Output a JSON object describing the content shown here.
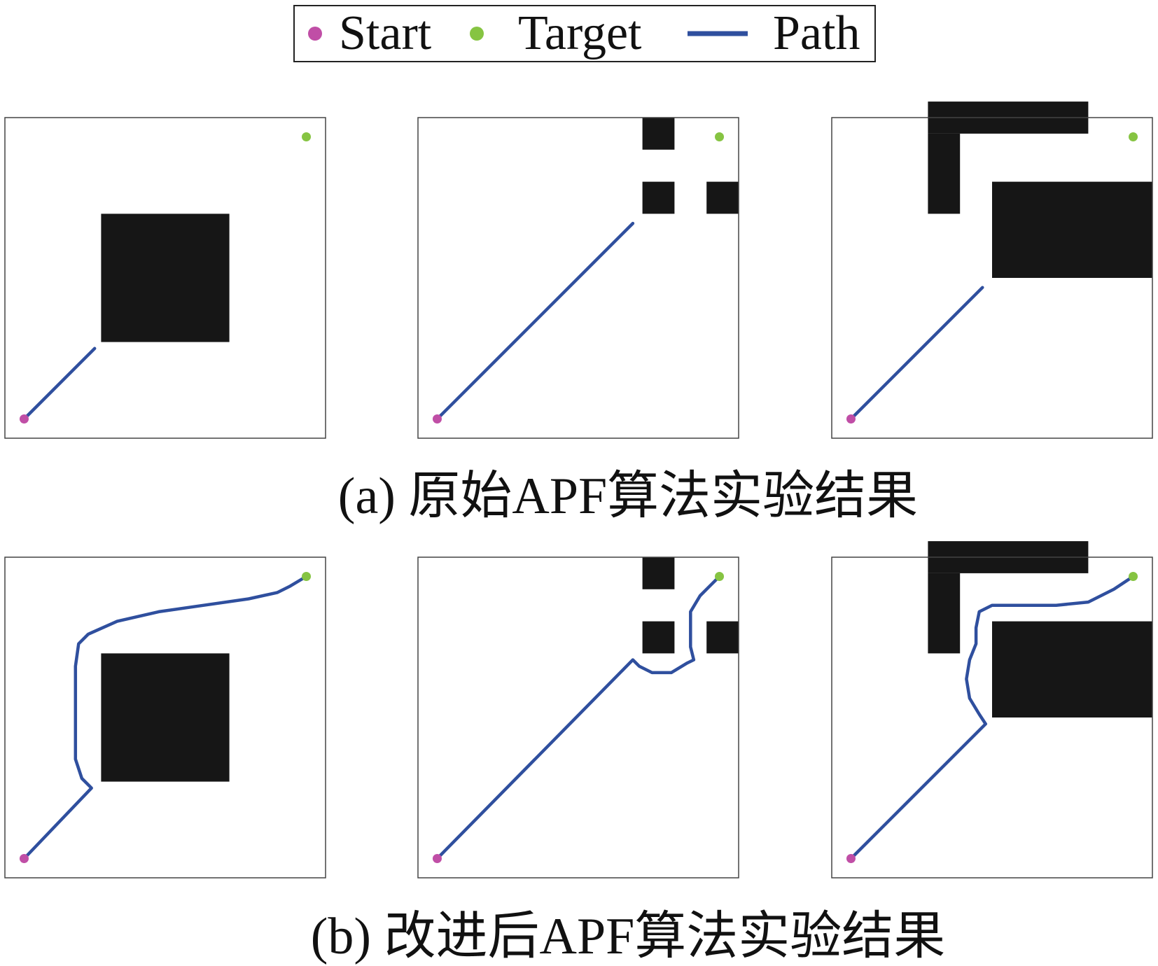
{
  "legend": {
    "items": [
      {
        "label": "Start",
        "kind": "marker",
        "color": "#c04ea6"
      },
      {
        "label": "Target",
        "kind": "marker",
        "color": "#86c442"
      },
      {
        "label": "Path",
        "kind": "line",
        "color": "#2f4f9e"
      }
    ]
  },
  "colors": {
    "start": "#c04ea6",
    "target": "#86c442",
    "path": "#2f4f9e",
    "obstacle": "#161616",
    "frame": "#444444"
  },
  "rows": [
    {
      "caption": "(a) 原始APF算法实验结果"
    },
    {
      "caption": "(b) 改进后APF算法实验结果"
    }
  ],
  "chart_data": {
    "type": "path-planning-grid",
    "domain": [
      0,
      100
    ],
    "start": [
      6,
      6
    ],
    "target": [
      94,
      94
    ],
    "environments": [
      {
        "obstacles": [
          [
            30,
            30,
            40,
            40
          ]
        ]
      },
      {
        "obstacles": [
          [
            70,
            90,
            10,
            10
          ],
          [
            70,
            70,
            10,
            10
          ],
          [
            90,
            70,
            10,
            10
          ]
        ]
      },
      {
        "obstacles": [
          [
            30,
            95,
            50,
            10
          ],
          [
            30,
            70,
            10,
            25
          ],
          [
            50,
            50,
            50,
            30
          ]
        ]
      }
    ],
    "paths": [
      {
        "row": 0,
        "env": 0,
        "points": [
          [
            6,
            6
          ],
          [
            28,
            28
          ]
        ]
      },
      {
        "row": 0,
        "env": 1,
        "points": [
          [
            6,
            6
          ],
          [
            67,
            67
          ]
        ]
      },
      {
        "row": 0,
        "env": 2,
        "points": [
          [
            6,
            6
          ],
          [
            47,
            47
          ]
        ]
      },
      {
        "row": 1,
        "env": 0,
        "points": [
          [
            6,
            6
          ],
          [
            27,
            28
          ],
          [
            24,
            31
          ],
          [
            22,
            37
          ],
          [
            22,
            46
          ],
          [
            22,
            56
          ],
          [
            22,
            66
          ],
          [
            23,
            73
          ],
          [
            26,
            76
          ],
          [
            35,
            80
          ],
          [
            48,
            83
          ],
          [
            62,
            85
          ],
          [
            76,
            87
          ],
          [
            85,
            89
          ],
          [
            89,
            91
          ],
          [
            94,
            94
          ]
        ]
      },
      {
        "row": 1,
        "env": 1,
        "points": [
          [
            6,
            6
          ],
          [
            67,
            68
          ],
          [
            69,
            66
          ],
          [
            73,
            64
          ],
          [
            79,
            64
          ],
          [
            84,
            67
          ],
          [
            86,
            68
          ],
          [
            85,
            72
          ],
          [
            85,
            78
          ],
          [
            85,
            83
          ],
          [
            88,
            88
          ],
          [
            94,
            94
          ]
        ]
      },
      {
        "row": 1,
        "env": 2,
        "points": [
          [
            6,
            6
          ],
          [
            48,
            48
          ],
          [
            46,
            51
          ],
          [
            43,
            56
          ],
          [
            42,
            62
          ],
          [
            43,
            68
          ],
          [
            45,
            73
          ],
          [
            45,
            78
          ],
          [
            46,
            83
          ],
          [
            50,
            85
          ],
          [
            60,
            85
          ],
          [
            70,
            85
          ],
          [
            80,
            86
          ],
          [
            88,
            90
          ],
          [
            94,
            94
          ]
        ]
      }
    ]
  }
}
